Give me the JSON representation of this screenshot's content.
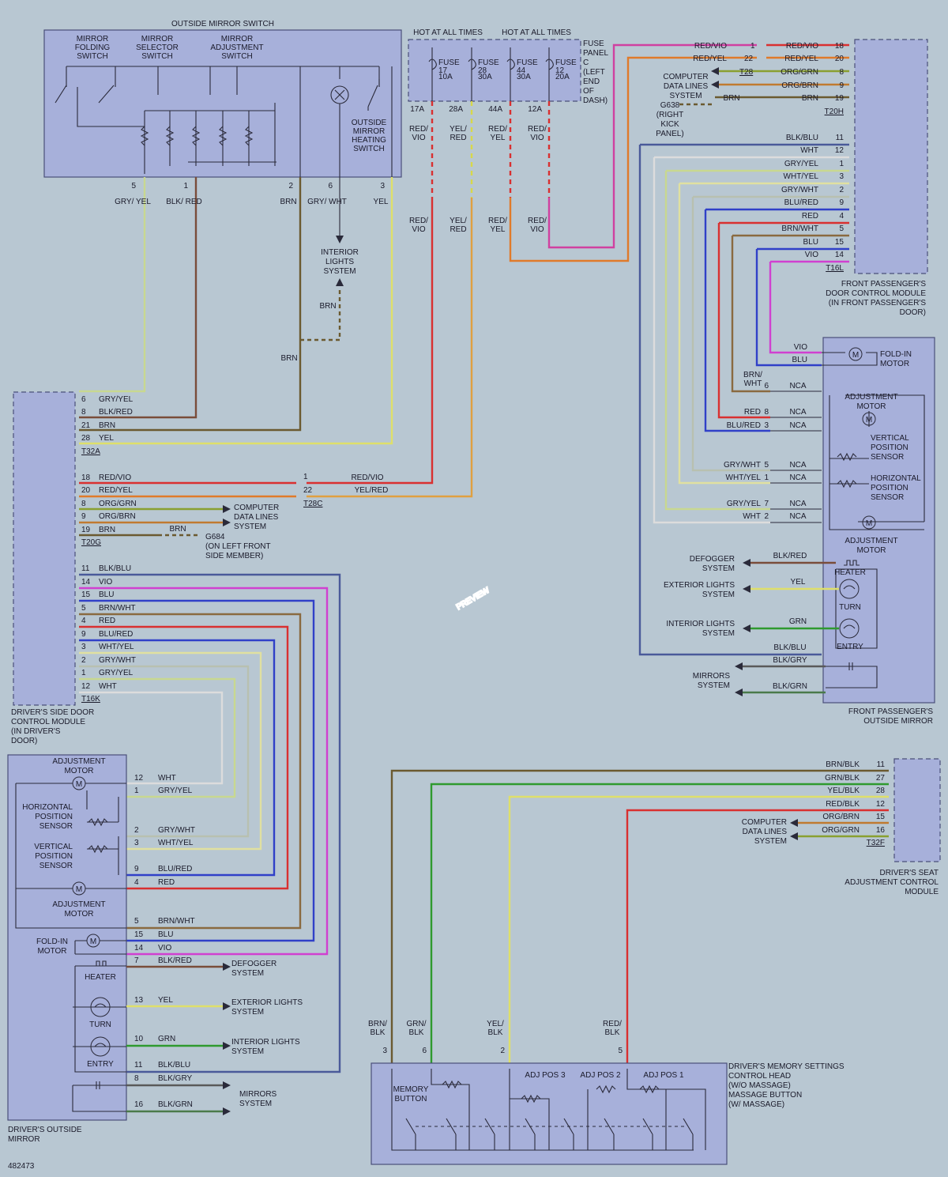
{
  "components": {
    "outside_mirror_switch": "OUTSIDE MIRROR SWITCH",
    "mirror_folding_switch": "MIRROR FOLDING SWITCH",
    "mirror_selector_switch": "MIRROR SELECTOR SWITCH",
    "mirror_adjustment_switch": "MIRROR ADJUSTMENT SWITCH",
    "outside_mirror_heating_switch": "OUTSIDE MIRROR HEATING SWITCH",
    "fuse_panel": "FUSE PANEL C (LEFT END OF DASH)",
    "hot_at_all_times": "HOT AT ALL TIMES",
    "front_passenger_dcm": "FRONT PASSENGER'S DOOR CONTROL MODULE (IN FRONT PASSENGER'S DOOR)",
    "drivers_dcm": "DRIVER'S SIDE DOOR CONTROL MODULE (IN DRIVER'S DOOR)",
    "drivers_outside_mirror": "DRIVER'S OUTSIDE MIRROR",
    "front_passenger_outside_mirror": "FRONT PASSENGER'S OUTSIDE MIRROR",
    "drivers_seat_module": "DRIVER'S SEAT ADJUSTMENT CONTROL MODULE",
    "memory_head": "DRIVER'S MEMORY SETTINGS CONTROL HEAD (W/O MASSAGE) MASSAGE BUTTON (W/ MASSAGE)",
    "interior_lights_system": "INTERIOR LIGHTS SYSTEM",
    "computer_data_lines": "COMPUTER DATA LINES SYSTEM",
    "g638": "G638 (RIGHT KICK PANEL)",
    "g684": "G684 (ON LEFT FRONT SIDE MEMBER)",
    "defogger": "DEFOGGER SYSTEM",
    "exterior_lights": "EXTERIOR LIGHTS SYSTEM",
    "mirrors_system": "MIRRORS SYSTEM",
    "adjustment_motor": "ADJUSTMENT MOTOR",
    "vertical_sensor": "VERTICAL POSITION SENSOR",
    "horizontal_sensor": "HORIZONTAL POSITION SENSOR",
    "fold_in_motor": "FOLD-IN MOTOR",
    "heater": "HEATER",
    "turn": "TURN",
    "entry": "ENTRY",
    "memory_button": "MEMORY BUTTON",
    "adj_pos_1": "ADJ POS 1",
    "adj_pos_2": "ADJ POS 2",
    "adj_pos_3": "ADJ POS 3"
  },
  "fuses": [
    {
      "name": "FUSE 17 10A",
      "term": "17A",
      "wire": "RED/VIO"
    },
    {
      "name": "FUSE 28 30A",
      "term": "28A",
      "wire": "YEL/RED"
    },
    {
      "name": "FUSE 44 30A",
      "term": "44A",
      "wire": "RED/YEL"
    },
    {
      "name": "FUSE 12 20A",
      "term": "12A",
      "wire": "RED/VIO"
    }
  ],
  "connectors": [
    "T32A",
    "T20G",
    "T16K",
    "T28C",
    "T28",
    "T20H",
    "T16L",
    "T32F"
  ],
  "t32a": [
    [
      "6",
      "GRY/YEL"
    ],
    [
      "8",
      "BLK/RED"
    ],
    [
      "21",
      "BRN"
    ],
    [
      "28",
      "YEL"
    ]
  ],
  "t20g": [
    [
      "18",
      "RED/VIO"
    ],
    [
      "20",
      "RED/YEL"
    ],
    [
      "8",
      "ORG/GRN"
    ],
    [
      "9",
      "ORG/BRN"
    ],
    [
      "19",
      "BRN"
    ]
  ],
  "t16k": [
    [
      "11",
      "BLK/BLU"
    ],
    [
      "14",
      "VIO"
    ],
    [
      "15",
      "BLU"
    ],
    [
      "5",
      "BRN/WHT"
    ],
    [
      "4",
      "RED"
    ],
    [
      "9",
      "BLU/RED"
    ],
    [
      "3",
      "WHT/YEL"
    ],
    [
      "2",
      "GRY/WHT"
    ],
    [
      "1",
      "GRY/YEL"
    ],
    [
      "12",
      "WHT"
    ]
  ],
  "t20h": [
    [
      "18",
      "RED/VIO"
    ],
    [
      "20",
      "RED/YEL"
    ],
    [
      "8",
      "ORG/GRN"
    ],
    [
      "9",
      "ORG/BRN"
    ],
    [
      "19",
      "BRN"
    ]
  ],
  "t16l": [
    [
      "11",
      "BLK/BLU"
    ],
    [
      "12",
      "WHT"
    ],
    [
      "1",
      "GRY/YEL"
    ],
    [
      "3",
      "WHT/YEL"
    ],
    [
      "2",
      "GRY/WHT"
    ],
    [
      "9",
      "BLU/RED"
    ],
    [
      "4",
      "RED"
    ],
    [
      "5",
      "BRN/WHT"
    ],
    [
      "15",
      "BLU"
    ],
    [
      "14",
      "VIO"
    ]
  ],
  "t32f": [
    [
      "11",
      "BRN/BLK"
    ],
    [
      "27",
      "GRN/BLK"
    ],
    [
      "28",
      "YEL/BLK"
    ],
    [
      "12",
      "RED/BLK"
    ],
    [
      "15",
      "ORG/BRN"
    ],
    [
      "16",
      "ORG/GRN"
    ]
  ],
  "drv_mirror_pins": [
    [
      "12",
      "WHT"
    ],
    [
      "1",
      "GRY/YEL"
    ],
    [
      "2",
      "GRY/WHT"
    ],
    [
      "3",
      "WHT/YEL"
    ],
    [
      "9",
      "BLU/RED"
    ],
    [
      "4",
      "RED"
    ],
    [
      "5",
      "BRN/WHT"
    ],
    [
      "15",
      "BLU"
    ],
    [
      "14",
      "VIO"
    ],
    [
      "7",
      "BLK/RED"
    ],
    [
      "13",
      "YEL"
    ],
    [
      "10",
      "GRN"
    ],
    [
      "11",
      "BLK/BLU"
    ],
    [
      "8",
      "BLK/GRY"
    ],
    [
      "16",
      "BLK/GRN"
    ]
  ],
  "pass_mirror_pins": [
    [
      "VIO"
    ],
    [
      "BLU"
    ],
    [
      "6",
      "BRN/ WHT"
    ],
    [
      "8",
      "RED"
    ],
    [
      "3",
      "BLU/RED"
    ],
    [
      "5",
      "GRY/WHT"
    ],
    [
      "1",
      "WHT/YEL"
    ],
    [
      "7",
      "GRY/YEL"
    ],
    [
      "2",
      "WHT"
    ]
  ],
  "nca": "NCA",
  "switch_pins": [
    [
      "5",
      "GRY/ YEL"
    ],
    [
      "1",
      "BLK/ RED"
    ],
    [
      "2",
      "BRN"
    ],
    [
      "6",
      "GRY/ WHT"
    ],
    [
      "3",
      "YEL"
    ]
  ],
  "memory_pins": [
    [
      "3",
      "BRN/ BLK"
    ],
    [
      "6",
      "GRN/ BLK"
    ],
    [
      "2",
      "YEL/ BLK"
    ],
    [
      "5",
      "RED/ BLK"
    ]
  ],
  "misc_labels": {
    "brn": "BRN",
    "red_vio": "RED/VIO",
    "yel_red": "YEL/RED",
    "blk_red": "BLK/RED",
    "yel": "YEL",
    "grn": "GRN",
    "blk_blu": "BLK/BLU",
    "blk_gry": "BLK/GRY",
    "blk_grn": "BLK/GRN",
    "t28c_pin1": "1",
    "t28c_pin22": "22",
    "diagram_id": "482473",
    "watermark": "PREVIEW"
  },
  "colors": {
    "RED": "#d93030",
    "VIO": "#d040d0",
    "BLU": "#3040c8",
    "YEL": "#d8d84a",
    "GRN": "#2f9a2f",
    "BRN": "#6b5a30",
    "WHT": "#e8e8e8",
    "GRY": "#9aa0a8",
    "ORG": "#e07a2a",
    "BLK": "#333333"
  }
}
